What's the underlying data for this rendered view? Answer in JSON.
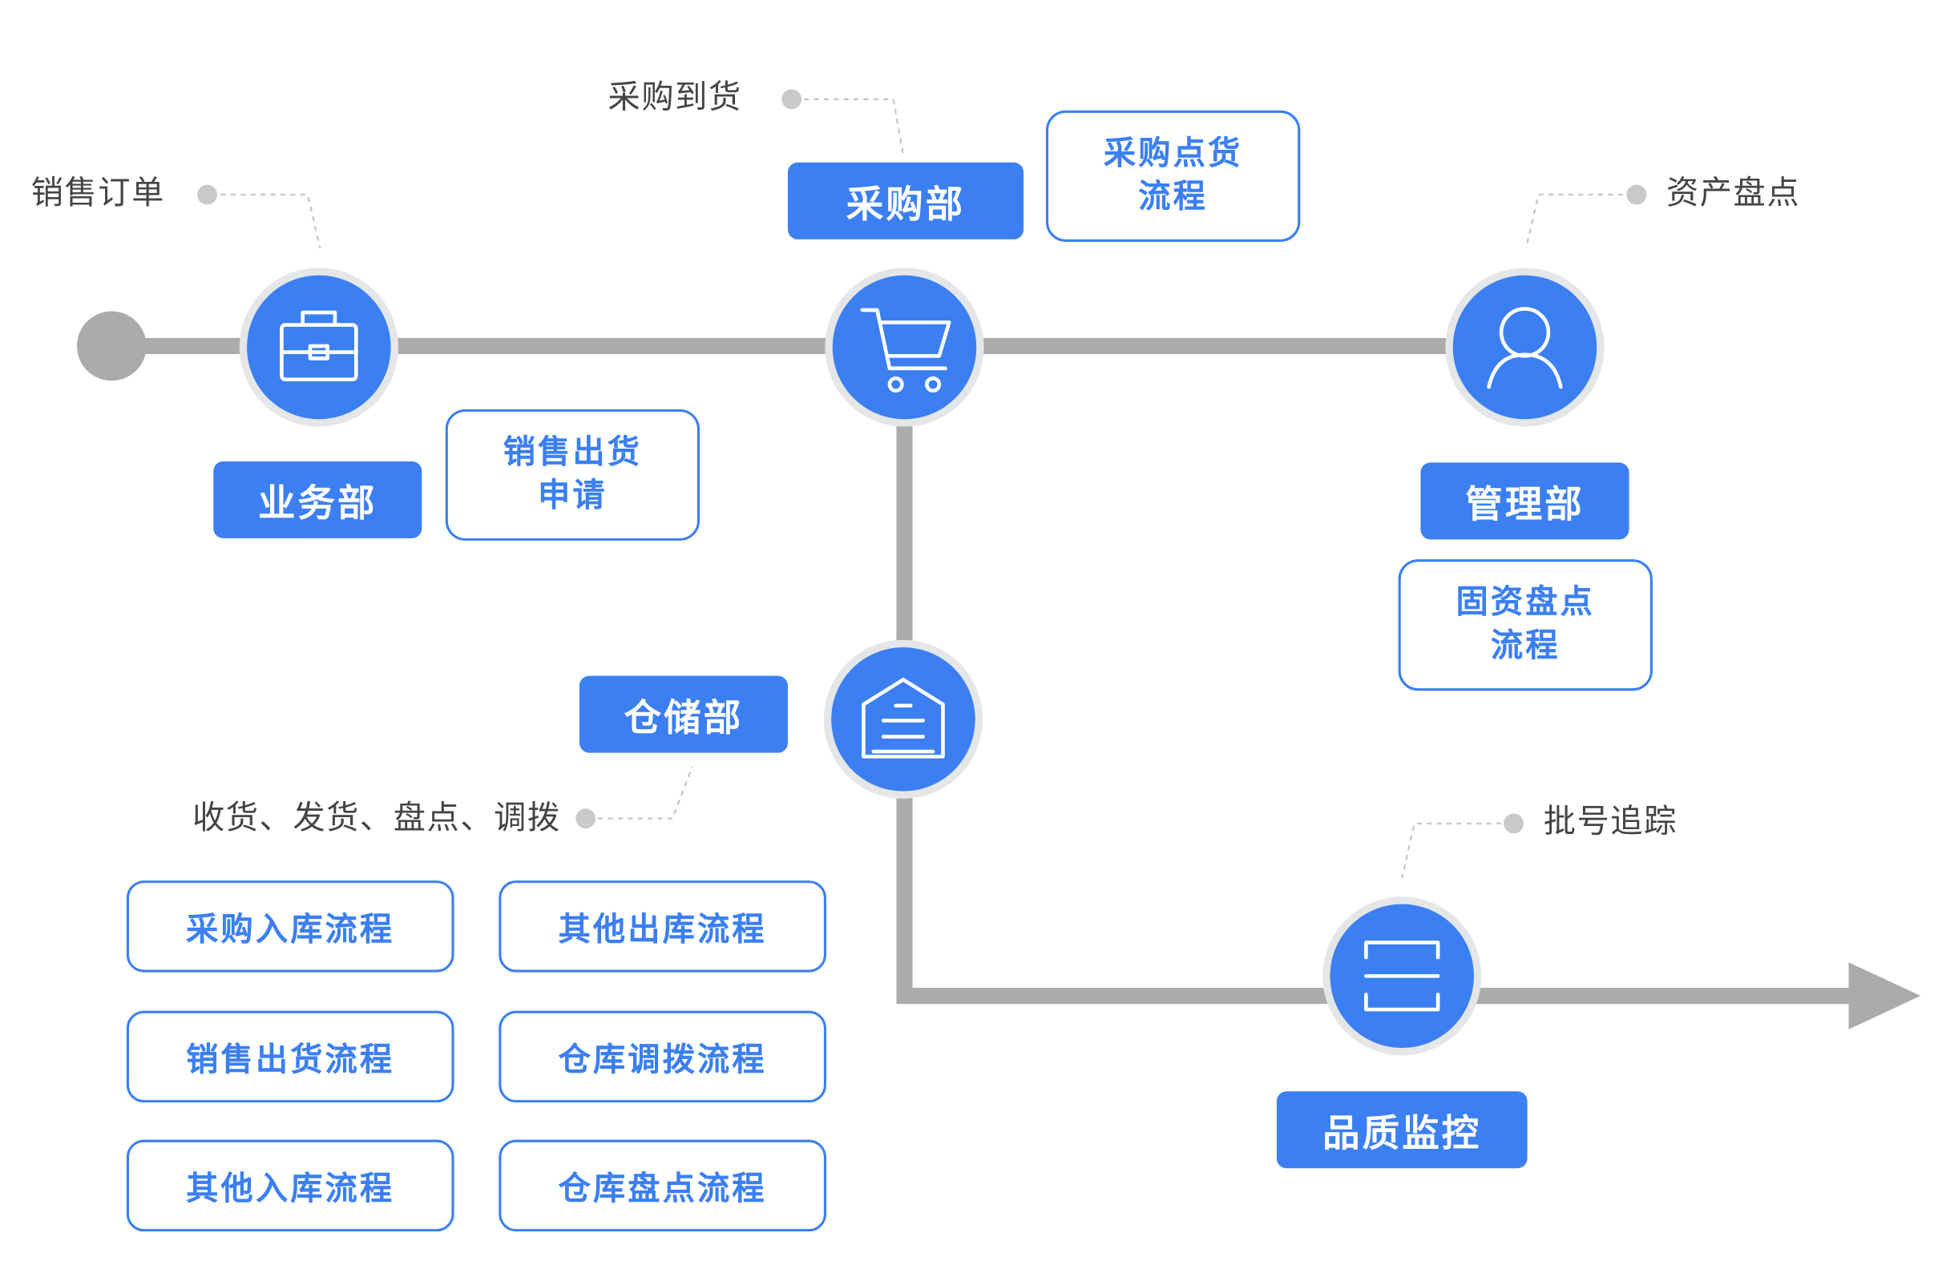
{
  "departments": {
    "sales": "业务部",
    "purchasing": "采购部",
    "management": "管理部",
    "warehouse": "仓储部",
    "quality": "品质监控"
  },
  "annotations": {
    "sales_order": "销售订单",
    "purchase_arrival": "采购到货",
    "asset_count": "资产盘点",
    "warehouse_ops": "收货、发货、盘点、调拨",
    "batch_tracking": "批号追踪"
  },
  "process_boxes": {
    "sales_shipment_request": [
      "销售出货",
      "申请"
    ],
    "purchase_count_process": [
      "采购点货",
      "流程"
    ],
    "fixed_asset_count_process": [
      "固资盘点",
      "流程"
    ]
  },
  "warehouse_processes": [
    "采购入库流程",
    "其他出库流程",
    "销售出货流程",
    "仓库调拨流程",
    "其他入库流程",
    "仓库盘点流程"
  ],
  "icons": {
    "sales": "briefcase-icon",
    "purchasing": "shopping-cart-icon",
    "management": "user-icon",
    "warehouse": "warehouse-icon",
    "quality": "scan-icon"
  },
  "colors": {
    "accent": "#3b7ff2",
    "line": "#a9abad",
    "dot": "#c7c9cb",
    "ring": "#e4e6e8",
    "text": "#444444"
  }
}
